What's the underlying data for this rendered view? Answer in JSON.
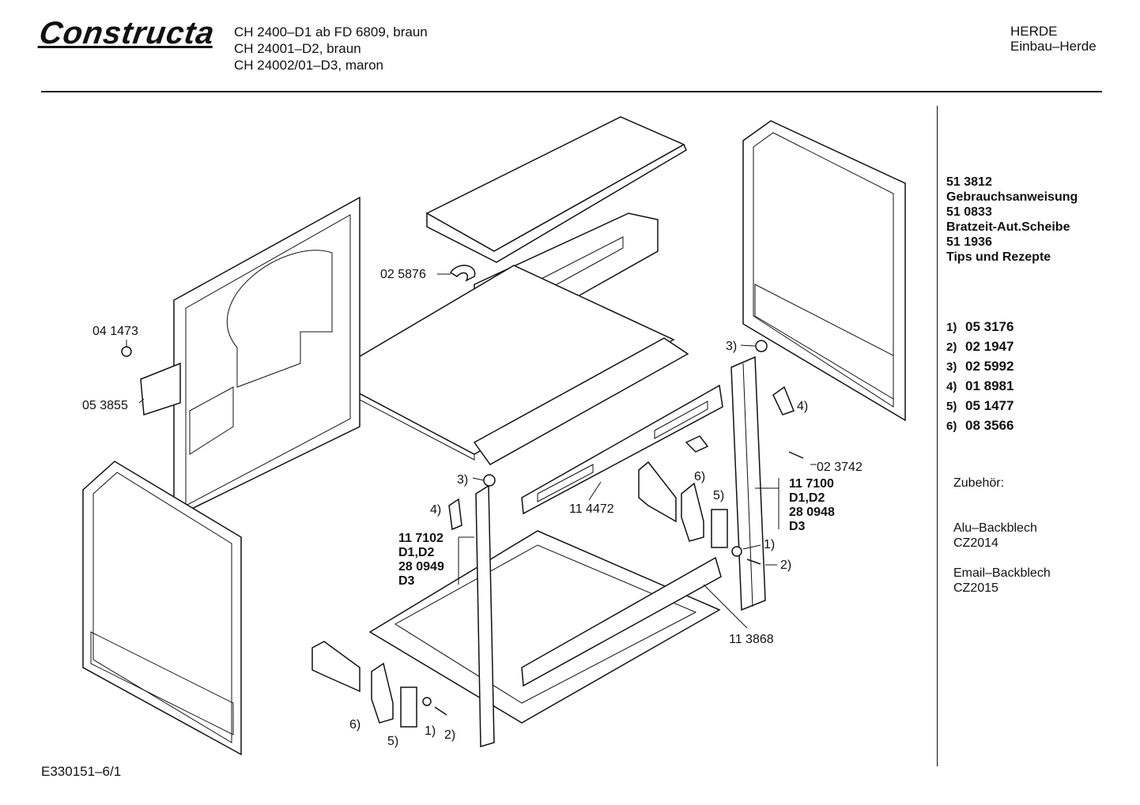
{
  "header": {
    "brand": "Constructa",
    "models": [
      "CH 2400–D1 ab FD 6809, braun",
      "CH 24001–D2, braun",
      "CH 24002/01–D3, maron"
    ],
    "category": "HERDE",
    "subcategory": "Einbau–Herde"
  },
  "documents": [
    {
      "number": "51 3812",
      "name": "Gebrauchsanweisung"
    },
    {
      "number": "51 0833",
      "name": "Bratzeit-Aut.Scheibe"
    },
    {
      "number": "51 1936",
      "name": "Tips und Rezepte"
    }
  ],
  "small_parts": [
    {
      "index": "1)",
      "number": "05 3176"
    },
    {
      "index": "2)",
      "number": "02 1947"
    },
    {
      "index": "3)",
      "number": "02 5992"
    },
    {
      "index": "4)",
      "number": "01 8981"
    },
    {
      "index": "5)",
      "number": "05 1477"
    },
    {
      "index": "6)",
      "number": "08 3566"
    }
  ],
  "accessories": {
    "heading": "Zubehör:",
    "items": [
      {
        "name": "Alu–Backblech",
        "code": "CZ2014"
      },
      {
        "name": "Email–Backblech",
        "code": "CZ2015"
      }
    ]
  },
  "callouts": {
    "p025876": "02 5876",
    "p041473": "04 1473",
    "p053855": "05 3855",
    "p114472": "11 4472",
    "p113868": "11 3868",
    "p023742": "02 3742",
    "r1": "11 7100",
    "r2": "D1,D2",
    "r3": "28 0948",
    "r4": "D3",
    "l1": "11 7102",
    "l2": "D1,D2",
    "l3": "28 0949",
    "l4": "D3",
    "i1": "1)",
    "i2": "2)",
    "i3": "3)",
    "i4": "4)",
    "i5": "5)",
    "i6": "6)"
  },
  "footer": "E330151–6/1"
}
